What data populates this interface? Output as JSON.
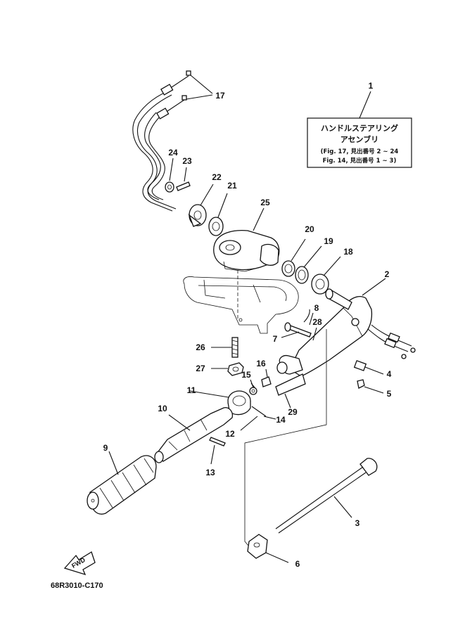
{
  "diagram": {
    "code": "68R3010-C170",
    "fwd_label": "FWD",
    "note_box": {
      "line1": "ハンドルステアリング",
      "line2": "アセンブリ",
      "line3": "(Fig. 17, 見出番号 2 ~ 24",
      "line4": "Fig. 14, 見出番号 1 ~ 3)"
    },
    "callouts": [
      "1",
      "2",
      "3",
      "4",
      "5",
      "6",
      "7",
      "8",
      "9",
      "10",
      "11",
      "12",
      "13",
      "14",
      "15",
      "16",
      "17",
      "18",
      "19",
      "20",
      "21",
      "22",
      "23",
      "24",
      "25",
      "26",
      "27",
      "28",
      "29"
    ]
  }
}
